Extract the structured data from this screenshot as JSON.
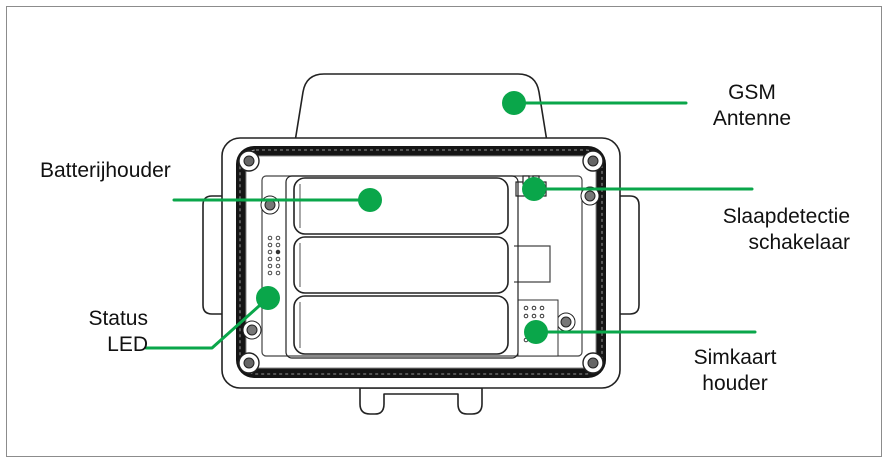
{
  "labels": {
    "gsm_antenna": [
      "GSM",
      "Antenne"
    ],
    "battery_holder": "Batterijhouder",
    "sleep_switch": [
      "Slaapdetectie",
      "schakelaar"
    ],
    "status_led": [
      "Status",
      "LED"
    ],
    "sim_holder": [
      "Simkaart",
      "houder"
    ]
  },
  "colors": {
    "callout": "#0aa64a",
    "frame": "#8c8c8c",
    "outline": "#222222",
    "gasket": "#111111"
  }
}
